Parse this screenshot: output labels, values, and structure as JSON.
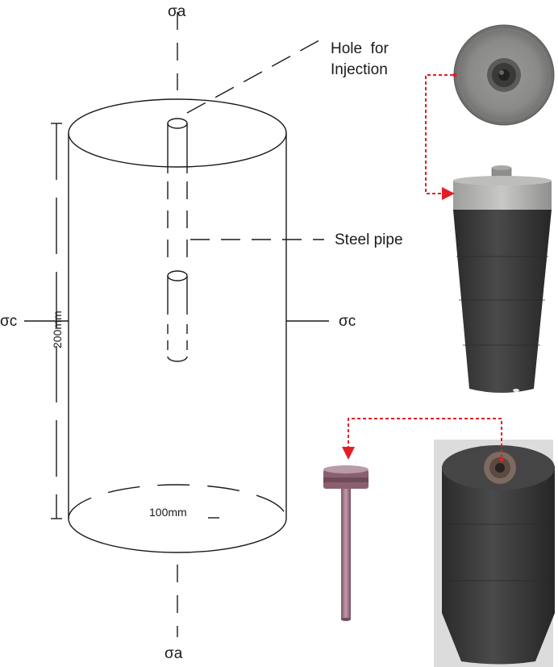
{
  "labels": {
    "sigma_a_top": "σa",
    "sigma_a_bottom": "σa",
    "sigma_c_left": "σc",
    "sigma_c_right": "σc",
    "hole_line1": "Hole  for",
    "hole_line2": "Injection",
    "steel_pipe": "Steel pipe",
    "height_dim": "200mm",
    "diameter_dim": "100mm"
  },
  "colors": {
    "line": "#1a1a1a",
    "arrow": "#e41e26",
    "specimen_dark": "#3c3c3c",
    "cap_steel": "#b4b4b2",
    "pipe_copper": "#9a6f84"
  }
}
